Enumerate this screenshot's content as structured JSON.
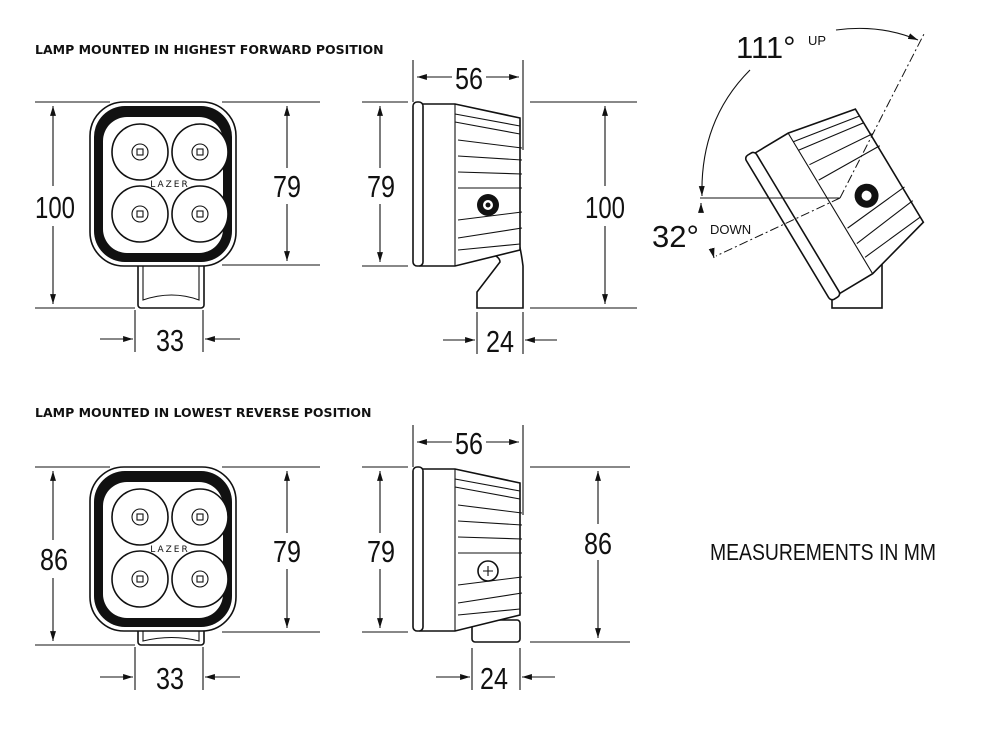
{
  "sections": [
    {
      "caption": "LAMP MOUNTED IN HIGHEST FORWARD POSITION",
      "front": {
        "height_total": "100",
        "height_body": "79",
        "bracket_width": "33"
      },
      "side": {
        "depth": "56",
        "height_body": "79",
        "height_total": "100",
        "bracket_width": "24"
      }
    },
    {
      "caption": "LAMP MOUNTED IN LOWEST REVERSE POSITION",
      "front": {
        "height_total": "86",
        "height_body": "79",
        "bracket_width": "33"
      },
      "side": {
        "depth": "56",
        "height_body": "79",
        "height_total": "86",
        "bracket_width": "24"
      }
    }
  ],
  "logo": "LAZER",
  "tilt": {
    "up_angle": "111°",
    "up_label": "UP",
    "down_angle": "32°",
    "down_label": "DOWN"
  },
  "note": "MEASUREMENTS IN MM"
}
